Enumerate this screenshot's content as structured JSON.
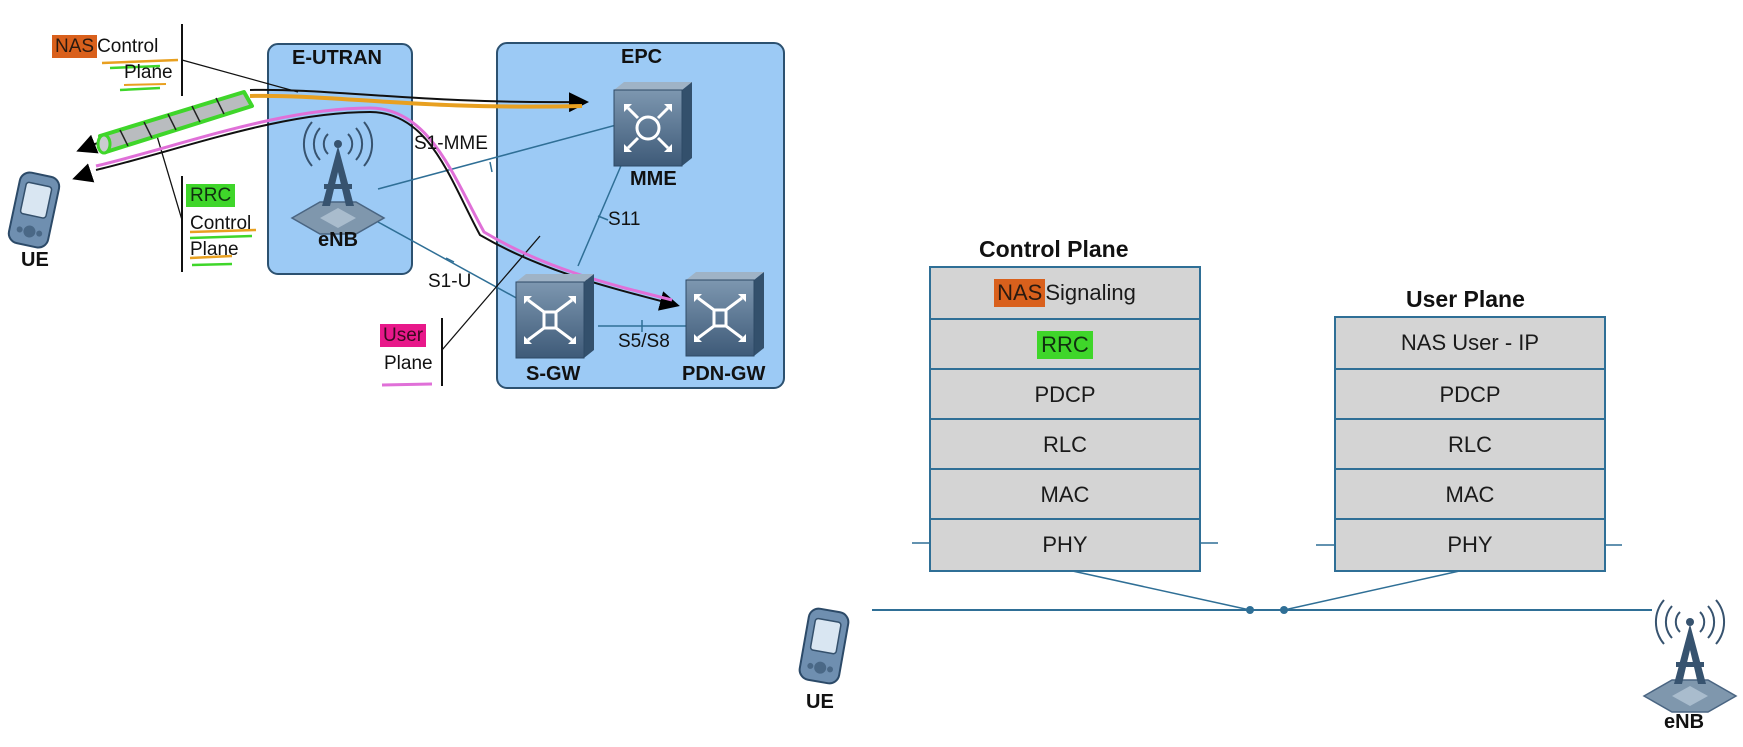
{
  "network": {
    "eutran_label": "E-UTRAN",
    "epc_label": "EPC",
    "ue_label": "UE",
    "enb_label": "eNB",
    "mme_label": "MME",
    "sgw_label": "S-GW",
    "pdngw_label": "PDN-GW",
    "s1mme_label": "S1-MME",
    "s1u_label": "S1-U",
    "s11_label": "S11",
    "s5s8_label": "S5/S8",
    "nas_control_plane": {
      "nas": "NAS",
      "control": "Control",
      "plane": "Plane"
    },
    "rrc_control_plane": {
      "rrc": "RRC",
      "control": "Control",
      "plane": "Plane"
    },
    "user_plane_note": {
      "user": "User",
      "plane": "Plane"
    }
  },
  "stacks": {
    "control_plane": {
      "title": "Control Plane",
      "layers": [
        {
          "highlight": "NAS",
          "text": "Signaling"
        },
        {
          "highlight": "RRC",
          "text": ""
        },
        {
          "highlight": "",
          "text": "PDCP"
        },
        {
          "highlight": "",
          "text": "RLC"
        },
        {
          "highlight": "",
          "text": "MAC"
        },
        {
          "highlight": "",
          "text": "PHY"
        }
      ]
    },
    "user_plane": {
      "title": "User Plane",
      "layers": [
        {
          "text": "NAS User - IP"
        },
        {
          "text": "PDCP"
        },
        {
          "text": "RLC"
        },
        {
          "text": "MAC"
        },
        {
          "text": "PHY"
        }
      ]
    },
    "ue_label": "UE",
    "enb_label": "eNB"
  },
  "colors": {
    "box_fill": "#9ccaf5",
    "box_border": "#2c5170",
    "link": "#2f6f96",
    "nas": "#d9601c",
    "rrc": "#3fd62a",
    "user": "#e8188a",
    "orange_path": "#e8a020",
    "pink_path": "#e070d8"
  }
}
